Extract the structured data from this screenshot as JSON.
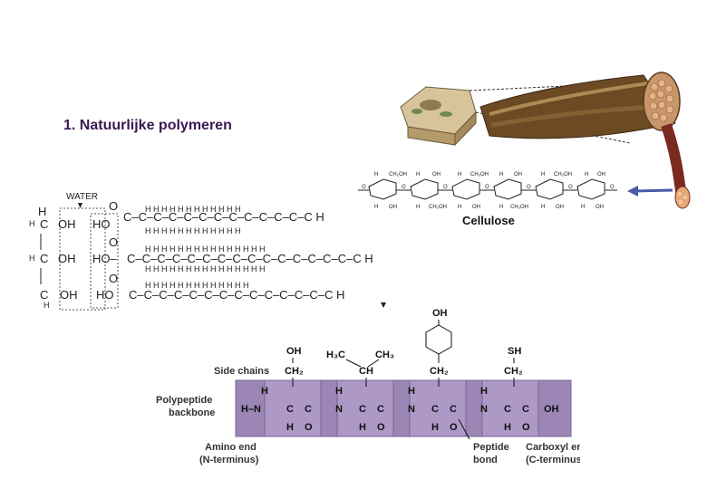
{
  "slide": {
    "title": "1. Natuurlijke polymeren"
  },
  "fat": {
    "water_label": "WATER",
    "glycerol": [
      "H",
      "H",
      "C",
      "OH",
      "H",
      "C",
      "OH",
      "C",
      "OH",
      "H"
    ],
    "acid_prefix": "HO",
    "o_label": "O"
  },
  "cellulose": {
    "label": "Cellulose"
  },
  "protein": {
    "side_chains_label": "Side chains",
    "polypeptide_label_1": "Polypeptide",
    "polypeptide_label_2": "backbone",
    "amino_end_1": "Amino end",
    "amino_end_2": "(N-terminus)",
    "peptide_bond_1": "Peptide",
    "peptide_bond_2": "bond",
    "carboxyl_end_1": "Carboxyl end",
    "carboxyl_end_2": "(C-terminus)",
    "side_groups": [
      "OH\nCH2",
      "H3C CH3\nCH",
      "OH-phenyl\nCH2",
      "SH\nCH2"
    ]
  },
  "colors": {
    "backbone_fill": "#9b86b5",
    "backbone_border": "#7a6696",
    "title": "#3a1a52",
    "fiber_dark": "#5a3d1e",
    "fiber_light": "#c9a46a"
  }
}
